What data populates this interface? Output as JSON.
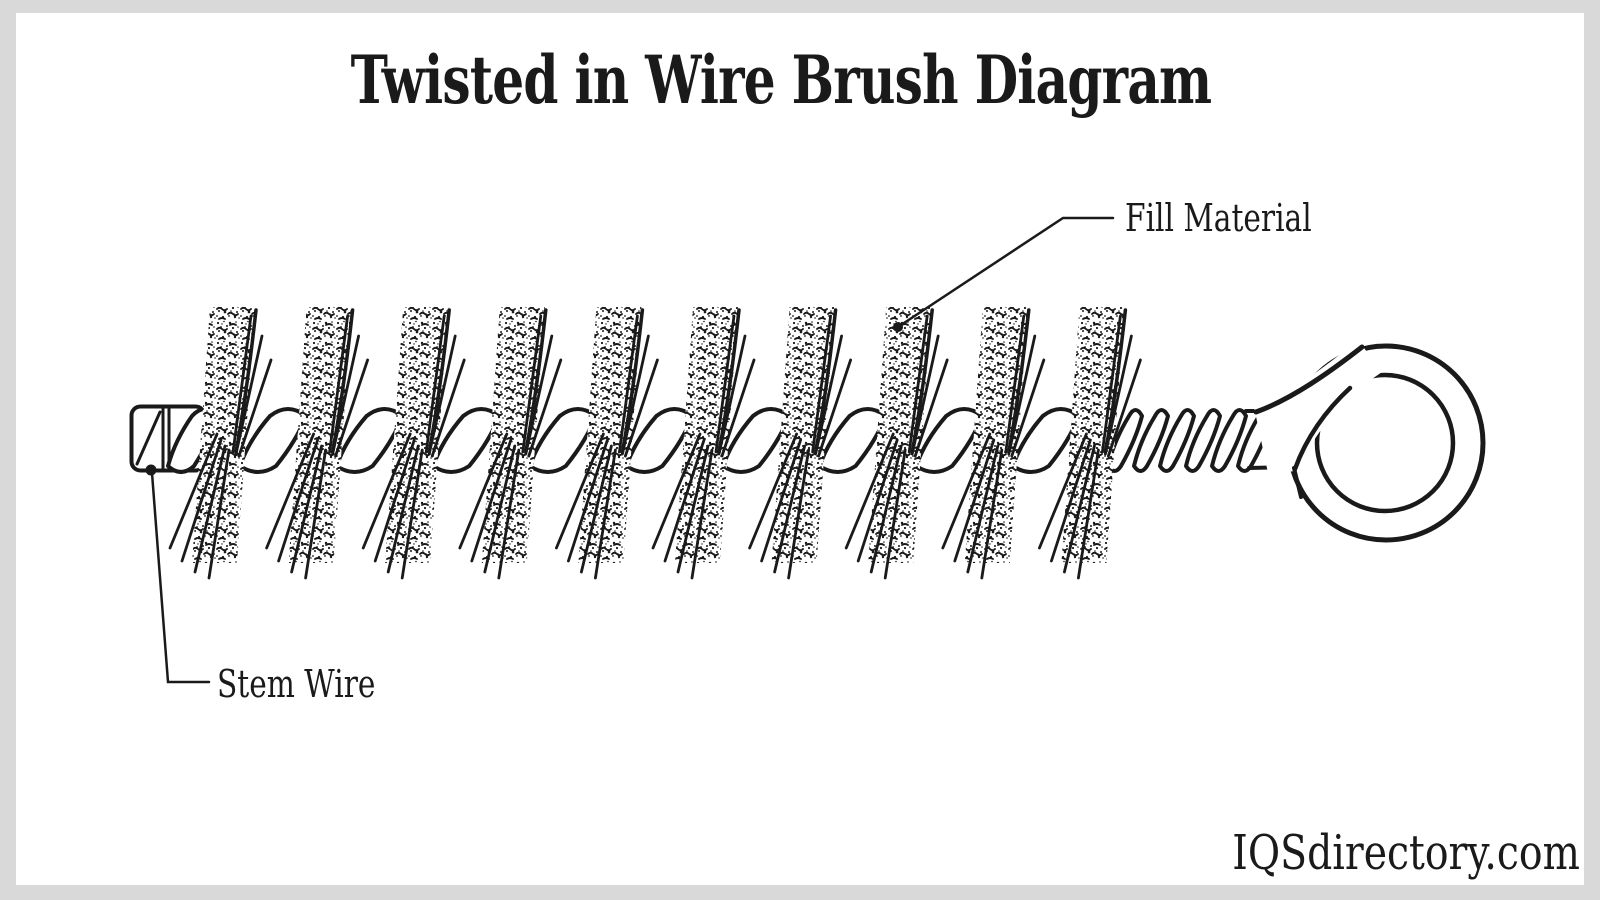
{
  "title": "Twisted in Wire Brush Diagram",
  "watermark": "IQSdirectory.com",
  "labels": {
    "fill_material": "Fill Material",
    "stem_wire": "Stem Wire"
  },
  "colors": {
    "ink": "#1a1a1a",
    "paper": "#ffffff",
    "frame": "#d9d9d9"
  }
}
